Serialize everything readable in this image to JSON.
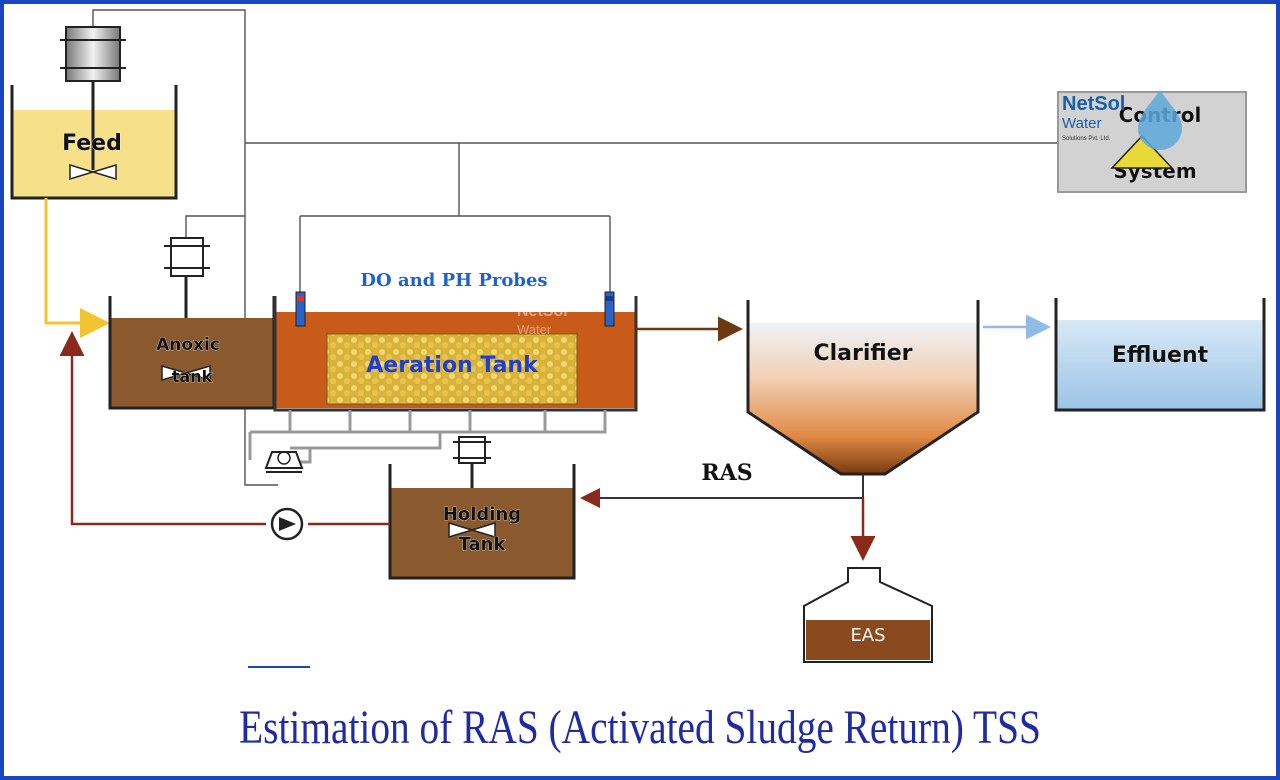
{
  "brand": {
    "name": "NetSol",
    "sub": "Water",
    "tagline": "Solutions Pvt. Ltd.",
    "watermark_name": "NetSol",
    "watermark_sub": "Water"
  },
  "labels": {
    "feed": "Feed",
    "control_1": "Control",
    "control_2": "System",
    "probes": "DO and PH Probes",
    "anoxic_1": "Anoxic",
    "anoxic_2": "tank",
    "aeration": "Aeration Tank",
    "clarifier": "Clarifier",
    "effluent": "Effluent",
    "ras": "RAS",
    "holding_1": "Holding",
    "holding_2": "Tank",
    "eas": "EAS"
  },
  "caption": "Estimation of RAS (Activated Sludge Return) TSS",
  "colors": {
    "frame": "#1a47c0",
    "feed_liquid": "#f7e08a",
    "sludge": "#8a5a2e",
    "aeration_liquid": "#c85a1a",
    "clarifier_top": "#e8eef5",
    "clarifier_bottom": "#d2691e",
    "effluent": "#b9d6ee",
    "control_box": "#cfcfcf",
    "feed_line": "#f4c430",
    "return_line": "#8b2a1a",
    "signal_line": "#555555",
    "probe_text": "#1e63c8",
    "caption": "#1f2aa3"
  }
}
